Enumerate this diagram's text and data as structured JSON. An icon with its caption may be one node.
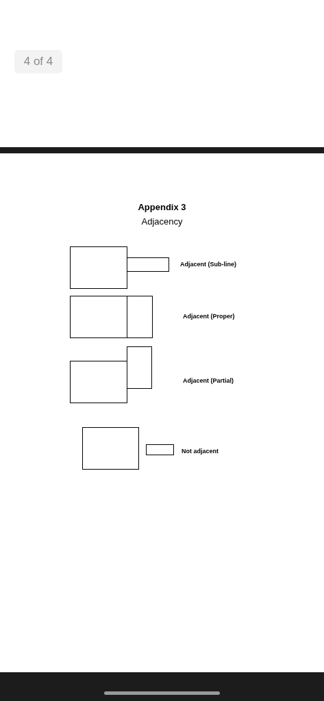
{
  "diagram": {
    "title": "Appendix 3",
    "nodes": [
      {
        "text": [],
        "shape": "box"
      },
      {
        "text": [],
        "shape": "box"
      },
      {
        "text": [],
        "shape": "box"
      },
      {
        "text": [],
        "shape": "box"
      },
      {
        "text": [],
        "shape": "box"
      },
      {
        "text": [],
        "shape": "box"
      },
      {
        "text": [],
        "shape": "box"
      },
      {
        "text": [],
        "shape": "box"
      }
    ],
    "labels": [
      "4 of 4",
      "Adjacency",
      "Adjacent (Sub-line)",
      "Adjacent (Proper)",
      "Adjacent (Partial)",
      "Not adjacent"
    ]
  }
}
